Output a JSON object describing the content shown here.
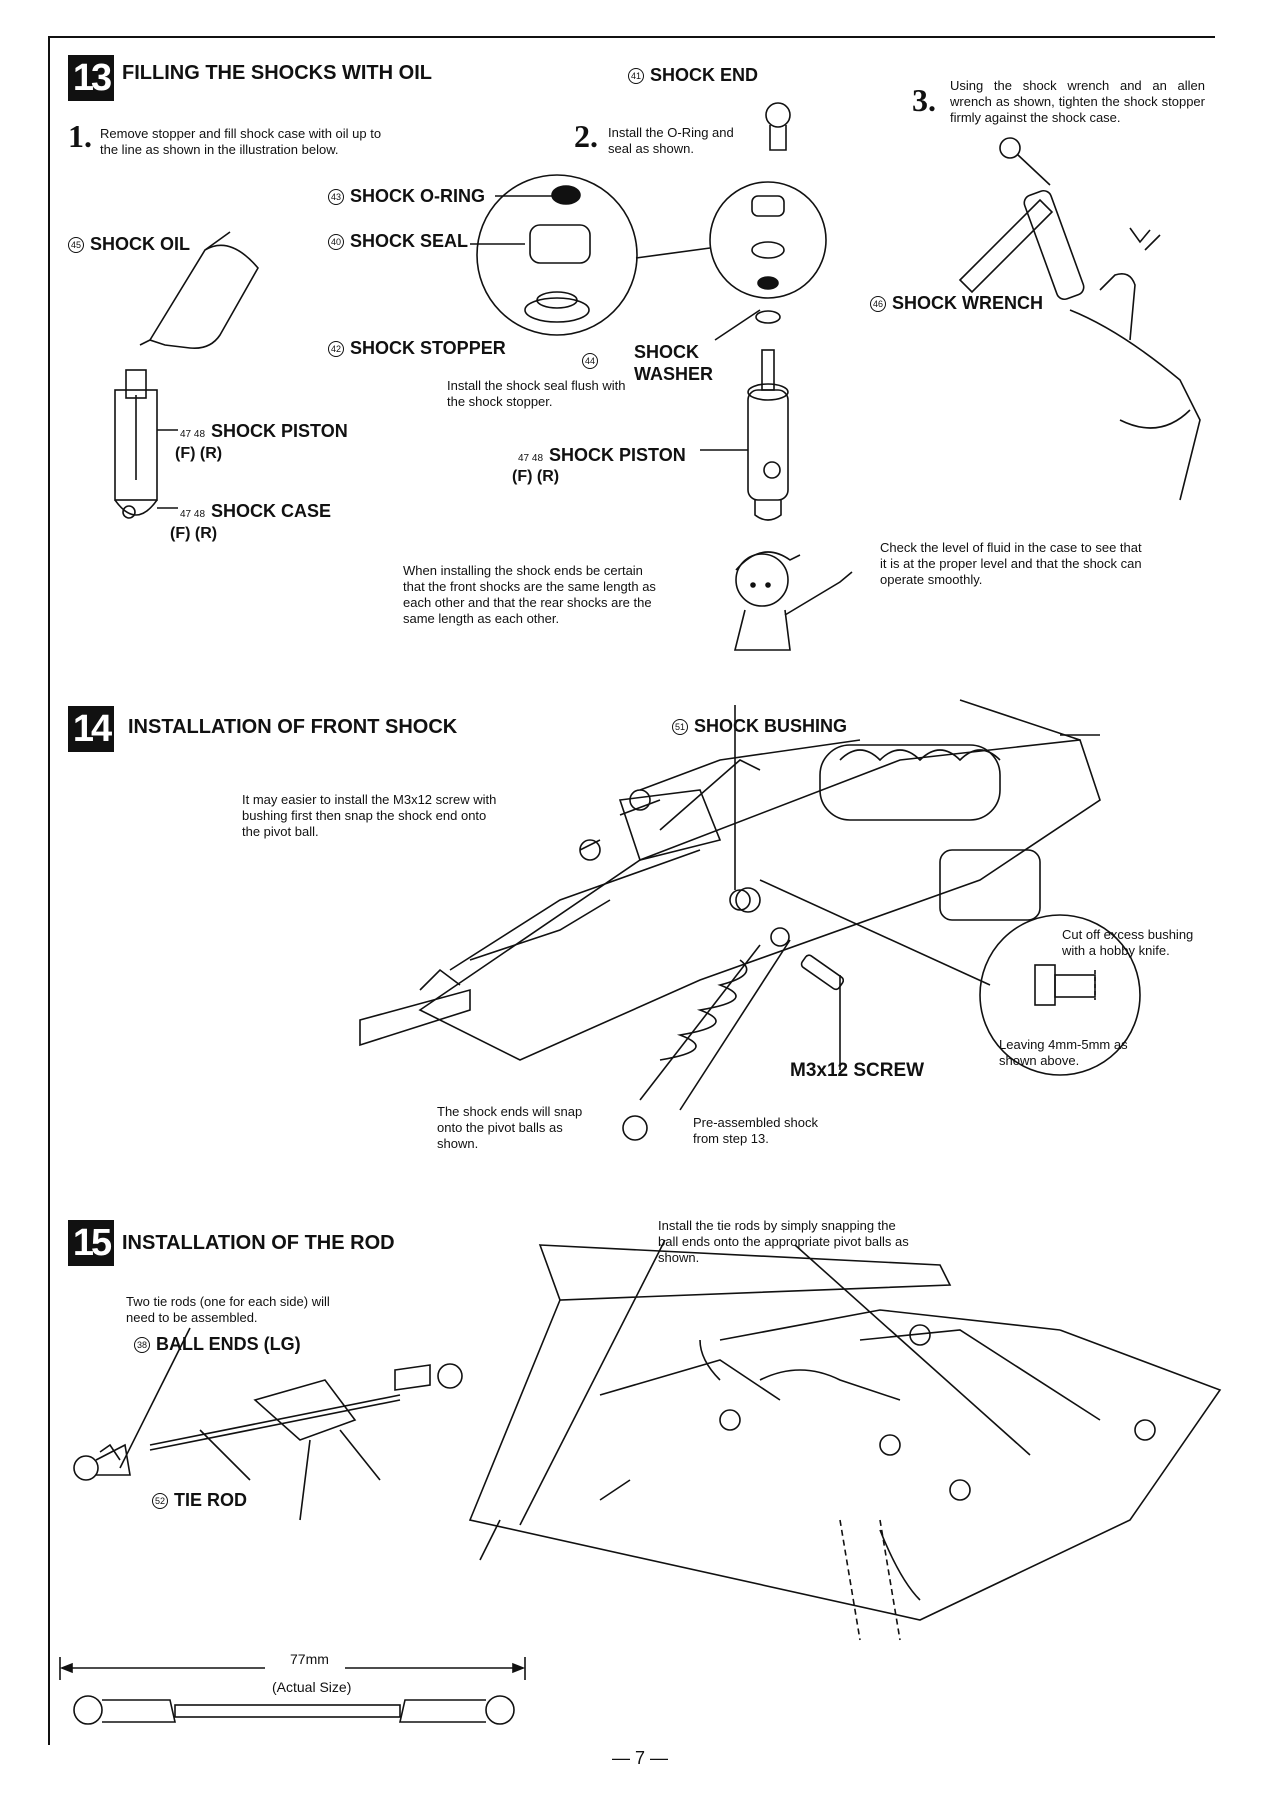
{
  "page_number": "— 7 —",
  "s13": {
    "num": "13",
    "title": "FILLING THE SHOCKS WITH OIL",
    "step1_num": "1.",
    "step1_text": "Remove stopper and fill shock case with oil up to the line as shown in the illustration below.",
    "step2_num": "2.",
    "step2_text": "Install the O-Ring and seal as shown.",
    "step3_num": "3.",
    "step3_text": "Using the shock wrench and an allen wrench as shown, tighten the shock stopper firmly against the shock case.",
    "shock_end": {
      "no": "41",
      "label": "SHOCK END"
    },
    "shock_oring": {
      "no": "43",
      "label": "SHOCK O-RING"
    },
    "shock_seal": {
      "no": "40",
      "label": "SHOCK SEAL"
    },
    "shock_oil": {
      "no": "45",
      "label": "SHOCK OIL"
    },
    "shock_stopper": {
      "no": "42",
      "label": "SHOCK STOPPER"
    },
    "shock_washer": {
      "no": "44",
      "label": "SHOCK WASHER"
    },
    "shock_wrench": {
      "no": "46",
      "label": "SHOCK WRENCH"
    },
    "piston_left": {
      "no": "47 48",
      "label": "SHOCK PISTON",
      "variants": "(F) (R)"
    },
    "case_left": {
      "no": "47 48",
      "label": "SHOCK CASE",
      "variants": "(F)  (R)"
    },
    "piston_mid": {
      "no": "47 48",
      "label": "SHOCK PISTON",
      "variants": "(F) (R)"
    },
    "seal_note": "Install the shock seal flush with the shock stopper.",
    "ends_note": "When installing the shock ends be certain that the front shocks are the same length as each other and that the rear shocks are the same length as each other.",
    "fluid_note": "Check the level of fluid in the case to see that it is at the proper level and that the shock can operate smoothly."
  },
  "s14": {
    "num": "14",
    "title": "INSTALLATION OF FRONT SHOCK",
    "bushing": {
      "no": "51",
      "label": "SHOCK BUSHING"
    },
    "screw_note": "It may easier to install the M3x12 screw with bushing first then snap the shock end onto the pivot ball.",
    "cut_note": "Cut off excess bushing with a hobby knife.",
    "leave_note": "Leaving 4mm-5mm as shown above.",
    "screw_label": "M3x12 SCREW",
    "snap_note": "The shock ends will snap onto the pivot balls as shown.",
    "preassembled_note": "Pre-assembled shock from step 13."
  },
  "s15": {
    "num": "15",
    "title": "INSTALLATION OF THE ROD",
    "tie_note": "Install the tie rods by simply snapping the ball ends onto the appropriate pivot balls as shown.",
    "two_rods_note": "Two tie rods (one for each side) will need to be assembled.",
    "ball_ends": {
      "no": "38",
      "label": "BALL ENDS (LG)"
    },
    "tie_rod": {
      "no": "52",
      "label": "TIE ROD"
    },
    "length_label": "77mm",
    "actual_size": "(Actual Size)"
  }
}
